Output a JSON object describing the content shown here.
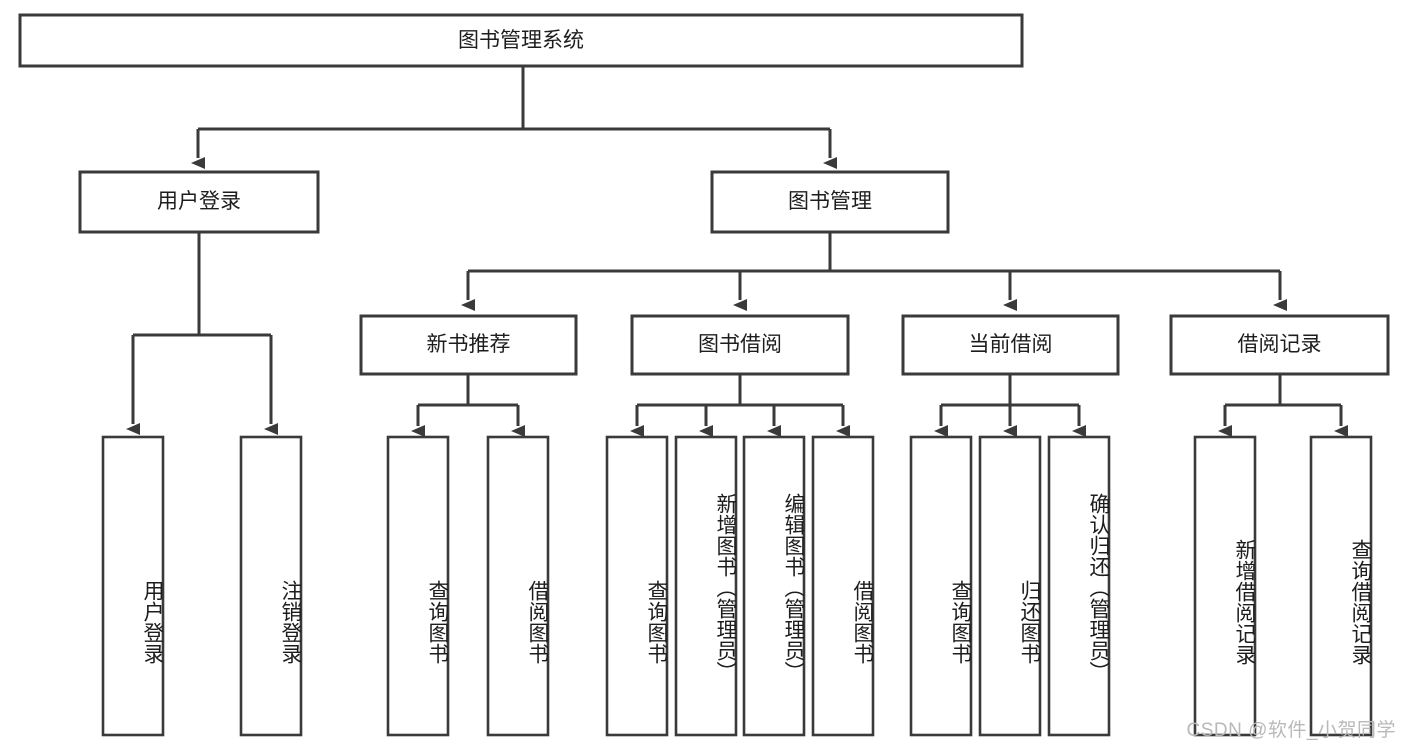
{
  "diagram": {
    "title": "图书管理系统",
    "type": "hierarchy-tree",
    "watermark": "CSDN @软件_小贺同学",
    "colors": {
      "box_stroke": "#3a3a3a",
      "box_fill": "#ffffff",
      "text": "#1d1d1d",
      "background": "#ffffff",
      "watermark": "#b9b9b9"
    },
    "root": {
      "label": "图书管理系统",
      "orientation": "horizontal"
    },
    "level2": [
      {
        "label": "用户登录",
        "orientation": "horizontal"
      },
      {
        "label": "图书管理",
        "orientation": "horizontal"
      }
    ],
    "level3": [
      {
        "label": "新书推荐",
        "orientation": "horizontal",
        "parent": "图书管理"
      },
      {
        "label": "图书借阅",
        "orientation": "horizontal",
        "parent": "图书管理"
      },
      {
        "label": "当前借阅",
        "orientation": "horizontal",
        "parent": "图书管理"
      },
      {
        "label": "借阅记录",
        "orientation": "horizontal",
        "parent": "图书管理"
      }
    ],
    "leaves": [
      {
        "label": "用户登录",
        "parent": "用户登录",
        "orientation": "vertical"
      },
      {
        "label": "注销登录",
        "parent": "用户登录",
        "orientation": "vertical"
      },
      {
        "label": "查询图书",
        "parent": "新书推荐",
        "orientation": "vertical"
      },
      {
        "label": "借阅图书",
        "parent": "新书推荐",
        "orientation": "vertical"
      },
      {
        "label": "查询图书",
        "parent": "图书借阅",
        "orientation": "vertical"
      },
      {
        "label": "新增图书（管理员）",
        "parent": "图书借阅",
        "orientation": "vertical"
      },
      {
        "label": "编辑图书（管理员）",
        "parent": "图书借阅",
        "orientation": "vertical"
      },
      {
        "label": "借阅图书",
        "parent": "图书借阅",
        "orientation": "vertical"
      },
      {
        "label": "查询图书",
        "parent": "当前借阅",
        "orientation": "vertical"
      },
      {
        "label": "归还图书",
        "parent": "当前借阅",
        "orientation": "vertical"
      },
      {
        "label": "确认归还（管理员）",
        "parent": "当前借阅",
        "orientation": "vertical"
      },
      {
        "label": "新增借阅记录",
        "parent": "借阅记录",
        "orientation": "vertical"
      },
      {
        "label": "查询借阅记录",
        "parent": "借阅记录",
        "orientation": "vertical"
      }
    ]
  }
}
